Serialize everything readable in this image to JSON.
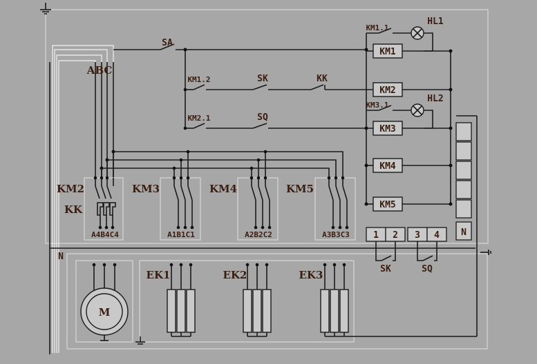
{
  "labels": {
    "SA": "SA",
    "SK": "SK",
    "KK": "KK",
    "SQ": "SQ",
    "KM1_1": "KM1.1",
    "KM1_2": "KM1.2",
    "KM2_1": "KM2.1",
    "KM3_1": "KM3.1",
    "HL1": "HL1",
    "HL2": "HL2",
    "ABC": "ABC",
    "N_left": "N",
    "N_right": "N"
  },
  "coils": [
    "KM1",
    "KM2",
    "KM3",
    "KM4",
    "KM5"
  ],
  "contactors": [
    {
      "name": "KM2",
      "extra": "KK",
      "terminals": "A4B4C4"
    },
    {
      "name": "KM3",
      "extra": "",
      "terminals": "A1B1C1"
    },
    {
      "name": "KM4",
      "extra": "",
      "terminals": "A2B2C2"
    },
    {
      "name": "KM5",
      "extra": "",
      "terminals": "A3B3C3"
    }
  ],
  "terminal_block": [
    "1",
    "2",
    "3",
    "4"
  ],
  "switch_labels": [
    "SK",
    "SQ"
  ],
  "motor": "M",
  "heaters": [
    "EK1",
    "EK2",
    "EK3"
  ]
}
